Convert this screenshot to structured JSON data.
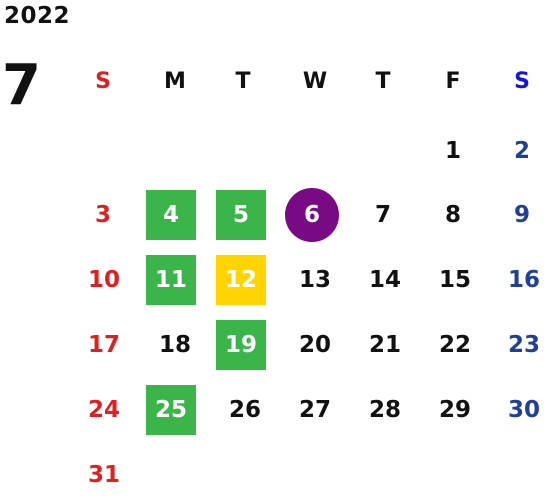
{
  "calendar": {
    "year": "2022",
    "month": "7",
    "weekdays": [
      "S",
      "M",
      "T",
      "W",
      "T",
      "F",
      "S"
    ],
    "colors": {
      "sunday": "#e02020",
      "saturday": "#1f3f99",
      "highlight_green": "#3bb54a",
      "highlight_yellow": "#ffd400",
      "today_purple": "#7a0a84"
    },
    "weeks": [
      [
        "",
        "",
        "",
        "",
        "",
        "1",
        "2"
      ],
      [
        "3",
        "4",
        "5",
        "6",
        "7",
        "8",
        "9"
      ],
      [
        "10",
        "11",
        "12",
        "13",
        "14",
        "15",
        "16"
      ],
      [
        "17",
        "18",
        "19",
        "20",
        "21",
        "22",
        "23"
      ],
      [
        "24",
        "25",
        "26",
        "27",
        "28",
        "29",
        "30"
      ],
      [
        "31",
        "",
        "",
        "",
        "",
        "",
        ""
      ]
    ],
    "highlights": {
      "green": [
        "4",
        "5",
        "11",
        "19",
        "25"
      ],
      "yellow": [
        "12"
      ],
      "today": "6"
    }
  }
}
